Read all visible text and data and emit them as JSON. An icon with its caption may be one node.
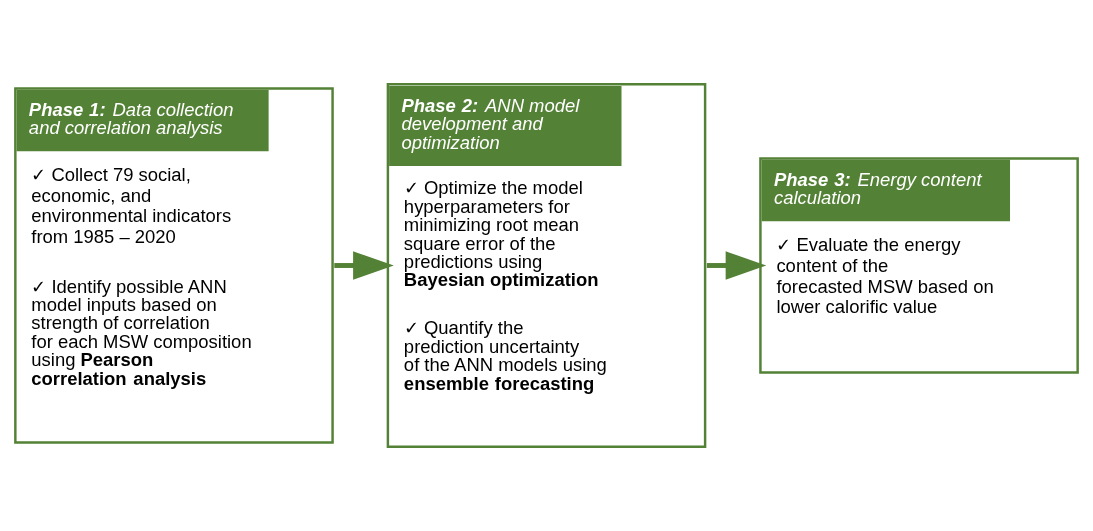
{
  "diagram": {
    "nodes": [
      {
        "text": [
          "**Phase 1:** Data collection and correlation analysis",
          "✓ Collect 79 social, economic, and environmental indicators from 1985 – 2020",
          "✓ Identify possible ANN model inputs based on strength of correlation for each MSW composition using **Pearson correlation analysis**"
        ]
      },
      {
        "text": [
          "**Phase 2:** ANN model development and optimization",
          "✓ Optimize the model hyperparameters for minimizing root mean square error of the predictions using **Bayesian optimization**",
          "✓ Quantify the prediction uncertainty of the ANN models using **ensemble forecasting**"
        ]
      },
      {
        "text": [
          "**Phase 3:** Energy content calculation",
          "✓ Evaluate the energy content of the forecasted MSW based on lower calorific value"
        ]
      }
    ],
    "edges": [
      {
        "from": 0,
        "to": 1,
        "arrow": "to"
      },
      {
        "from": 1,
        "to": 2,
        "arrow": "to"
      }
    ]
  }
}
